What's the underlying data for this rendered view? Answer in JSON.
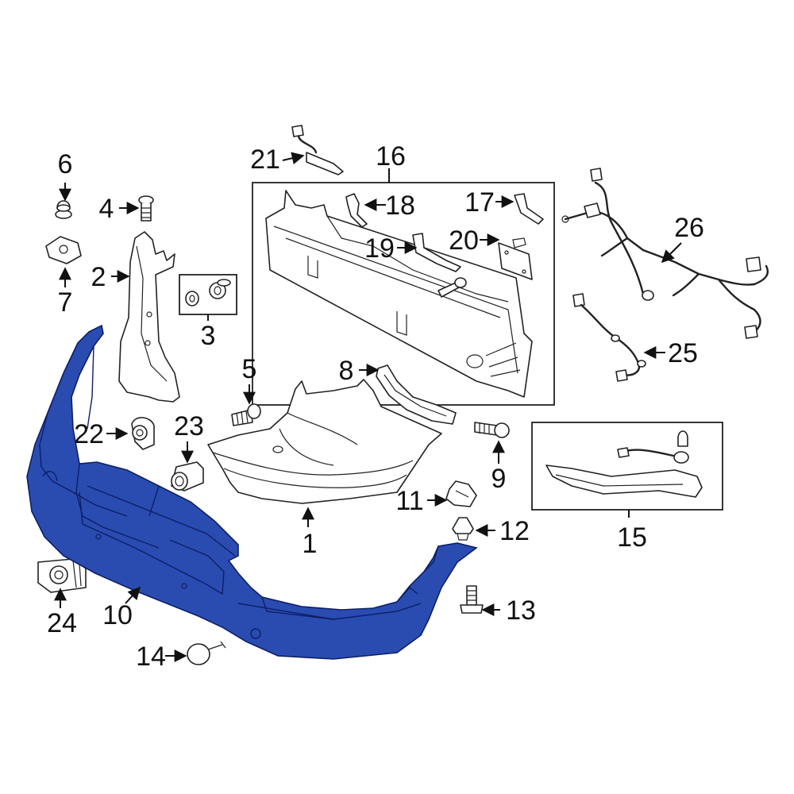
{
  "diagram": {
    "highlight_color": "#2a4cb1",
    "highlight_outline": "#0d1f66",
    "line_color": "#222222",
    "background": "#ffffff",
    "callouts": {
      "c1": "1",
      "c2": "2",
      "c3": "3",
      "c4": "4",
      "c5": "5",
      "c6": "6",
      "c7": "7",
      "c8": "8",
      "c9": "9",
      "c10": "10",
      "c11": "11",
      "c12": "12",
      "c13": "13",
      "c14": "14",
      "c15": "15",
      "c16": "16",
      "c17": "17",
      "c18": "18",
      "c19": "19",
      "c20": "20",
      "c21": "21",
      "c22": "22",
      "c23": "23",
      "c24": "24",
      "c25": "25",
      "c26": "26"
    }
  }
}
